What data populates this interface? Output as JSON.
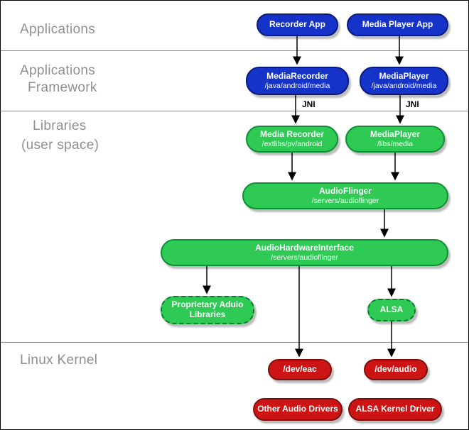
{
  "layers": {
    "applications": "Applications",
    "framework_line1": "Applications",
    "framework_line2": "Framework",
    "libraries_line1": "Libraries",
    "libraries_line2": "(user space)",
    "kernel": "Linux Kernel"
  },
  "labels": {
    "jni_left": "JNI",
    "jni_right": "JNI"
  },
  "nodes": {
    "recorder_app": {
      "title": "Recorder App"
    },
    "media_player_app": {
      "title": "Media Player App"
    },
    "media_recorder_fw": {
      "title": "MediaRecorder",
      "subtitle": "/java/android/media"
    },
    "media_player_fw": {
      "title": "MediaPlayer",
      "subtitle": "/java/android/media"
    },
    "media_recorder_lib": {
      "title": "Media Recorder",
      "subtitle": "/extlibs/pv/android"
    },
    "media_player_lib": {
      "title": "MediaPlayer",
      "subtitle": "/libs/media"
    },
    "audio_flinger": {
      "title": "AudioFlinger",
      "subtitle": "/servers/audioflinger"
    },
    "audio_hardware_interface": {
      "title": "AudioHardwareInterface",
      "subtitle": "/servers/audioflinger"
    },
    "proprietary_audio": {
      "title": "Proprietary Aduio",
      "subtitle": "Libraries"
    },
    "alsa": {
      "title": "ALSA"
    },
    "dev_eac": {
      "title": "/dev/eac"
    },
    "dev_audio": {
      "title": "/dev/audio"
    },
    "other_audio_drivers": {
      "title": "Other Audio Drivers"
    },
    "alsa_kernel_driver": {
      "title": "ALSA Kernel Driver"
    }
  },
  "colors": {
    "blue": "#1533c8",
    "green": "#2eca54",
    "red": "#cc1414"
  }
}
